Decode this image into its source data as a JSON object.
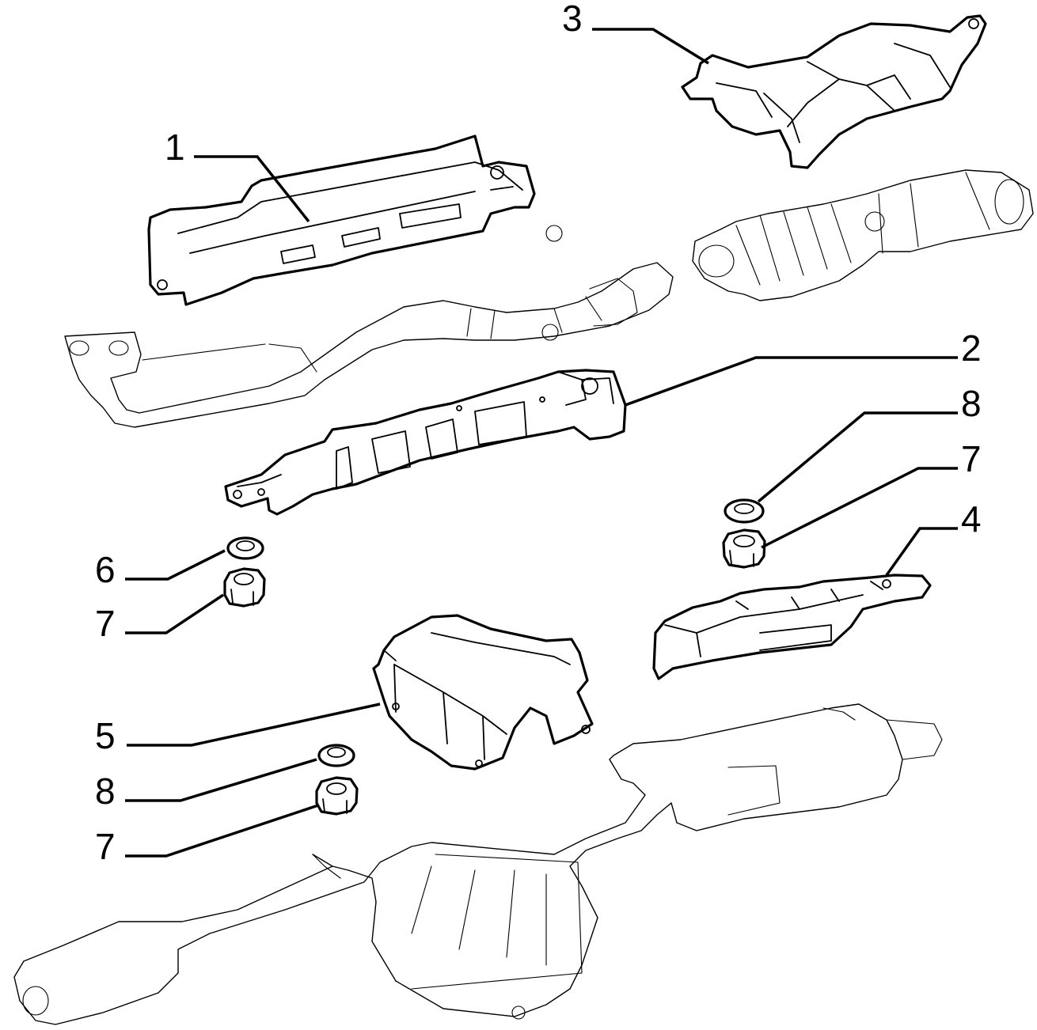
{
  "callouts": {
    "c1": "1",
    "c2": "2",
    "c3": "3",
    "c4": "4",
    "c5": "5",
    "c6": "6",
    "c7a": "7",
    "c7b": "7",
    "c7c": "7",
    "c8a": "8",
    "c8b": "8"
  },
  "colors": {
    "line": "#000000",
    "background": "#ffffff"
  }
}
